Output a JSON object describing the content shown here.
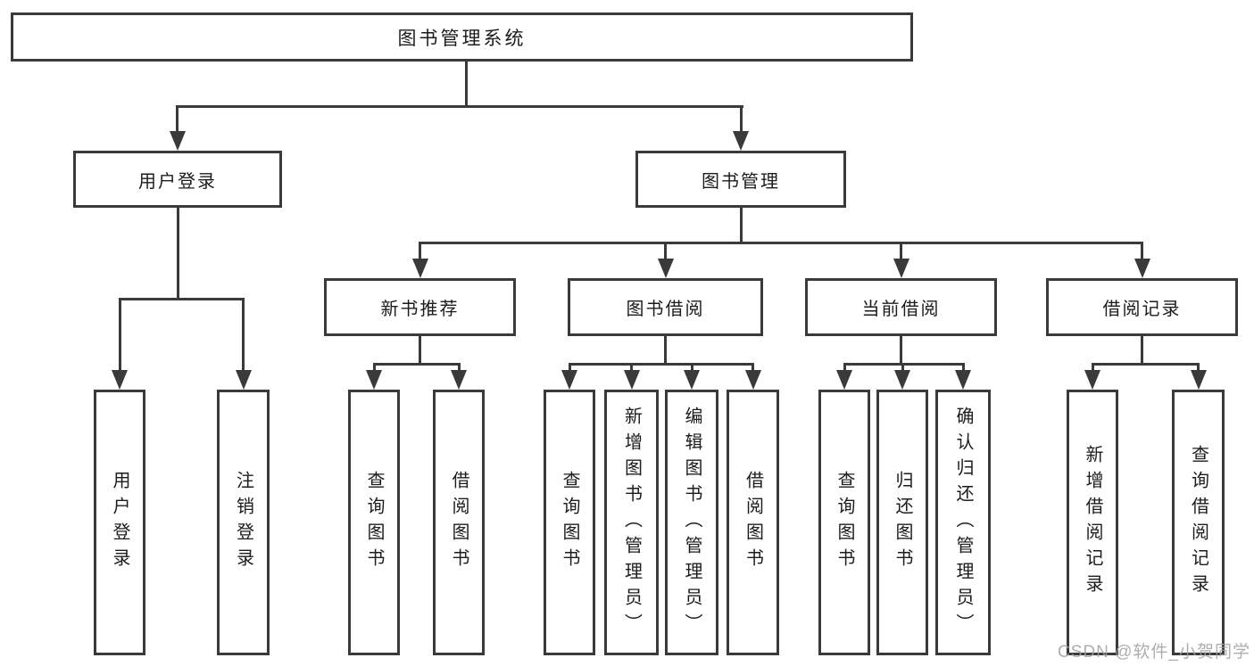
{
  "diagram": {
    "title": "图书管理系统",
    "level2": [
      {
        "label": "用户登录",
        "children": [
          "用户登录",
          "注销登录"
        ]
      },
      {
        "label": "图书管理"
      }
    ],
    "level3": [
      {
        "label": "新书推荐",
        "children": [
          "查询图书",
          "借阅图书"
        ]
      },
      {
        "label": "图书借阅",
        "children": [
          "查询图书",
          "新增图书（管理员）",
          "编辑图书（管理员）",
          "借阅图书"
        ]
      },
      {
        "label": "当前借阅",
        "children": [
          "查询图书",
          "归还图书",
          "确认归还（管理员）"
        ]
      },
      {
        "label": "借阅记录",
        "children": [
          "新增借阅记录",
          "查询借阅记录"
        ]
      }
    ],
    "watermark": "CSDN @软件_小贺同学",
    "colors": {
      "line": "#3a3a3a",
      "text": "#1c1c1c",
      "background": "#ffffff",
      "watermark": "#a0a0a0"
    }
  }
}
